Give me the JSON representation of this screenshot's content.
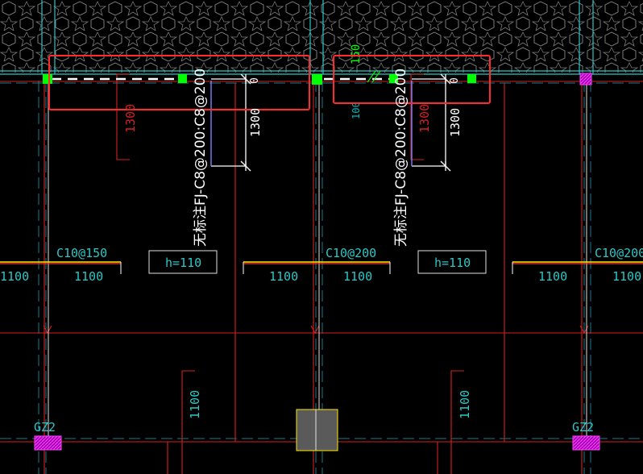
{
  "colors": {
    "background": "#000000",
    "beam_red": "#d62020",
    "axis_dash": "#1a7a8a",
    "cyan_text": "#2ec6c6",
    "white": "#ffffff",
    "green": "#00ff00",
    "magenta": "#c000c0",
    "highlight_box": "#ff2a2a",
    "yellow": "#ffe800",
    "hatch": "#9a9a9a"
  },
  "top_bar_labels": {
    "left_c10": "C10@150",
    "mid_c10": "C10@200",
    "right_c10": "C10@200",
    "span_1100": "1100"
  },
  "slab_thickness": {
    "left": "h=110",
    "right": "h=110"
  },
  "negative_rebar": {
    "left_note": "无标注FJ-C8@200:C8@200",
    "right_note": "无标注FJ-C8@200:C8@200",
    "len_1300": "1300",
    "len_0": "0"
  },
  "small_dims": {
    "d150": "150",
    "d100": "100",
    "d1300_red": "1300",
    "d1100_red": "1100"
  },
  "columns": {
    "bottom_left": "GZ2",
    "bottom_right": "GZ2"
  }
}
